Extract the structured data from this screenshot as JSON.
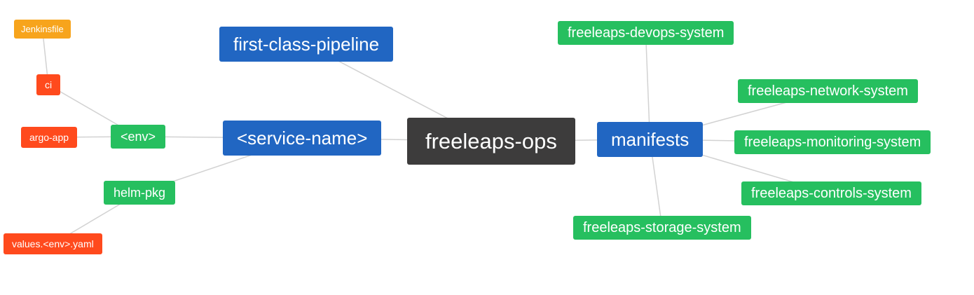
{
  "diagram": {
    "type": "mindmap",
    "root": "freeleaps-ops",
    "colors": {
      "blue": "#2166c2",
      "green": "#26bf5f",
      "red": "#ff4a1d",
      "amber": "#f7a41c",
      "dark": "#3d3c3c",
      "edge": "#d2d2d2"
    },
    "nodes": {
      "jenkinsfile": {
        "label": "Jenkinsfile",
        "color": "amber"
      },
      "ci": {
        "label": "ci",
        "color": "red"
      },
      "argo_app": {
        "label": "argo-app",
        "color": "red"
      },
      "env": {
        "label": "<env>",
        "color": "green"
      },
      "helm_pkg": {
        "label": "helm-pkg",
        "color": "green"
      },
      "values_env_yaml": {
        "label": "values.<env>.yaml",
        "color": "red"
      },
      "first_class_pipeline": {
        "label": "first-class-pipeline",
        "color": "blue"
      },
      "service_name": {
        "label": "<service-name>",
        "color": "blue"
      },
      "freeleaps_ops": {
        "label": "freeleaps-ops",
        "color": "dark"
      },
      "manifests": {
        "label": "manifests",
        "color": "blue"
      },
      "devops_system": {
        "label": "freeleaps-devops-system",
        "color": "green"
      },
      "network_system": {
        "label": "freeleaps-network-system",
        "color": "green"
      },
      "monitoring_system": {
        "label": "freeleaps-monitoring-system",
        "color": "green"
      },
      "controls_system": {
        "label": "freeleaps-controls-system",
        "color": "green"
      },
      "storage_system": {
        "label": "freeleaps-storage-system",
        "color": "green"
      }
    },
    "edges": [
      [
        "jenkinsfile",
        "ci"
      ],
      [
        "ci",
        "env"
      ],
      [
        "argo_app",
        "env"
      ],
      [
        "env",
        "service_name"
      ],
      [
        "helm_pkg",
        "service_name"
      ],
      [
        "values_env_yaml",
        "helm_pkg"
      ],
      [
        "service_name",
        "freeleaps_ops"
      ],
      [
        "first_class_pipeline",
        "freeleaps_ops"
      ],
      [
        "freeleaps_ops",
        "manifests"
      ],
      [
        "manifests",
        "devops_system"
      ],
      [
        "manifests",
        "network_system"
      ],
      [
        "manifests",
        "monitoring_system"
      ],
      [
        "manifests",
        "controls_system"
      ],
      [
        "manifests",
        "storage_system"
      ]
    ]
  }
}
